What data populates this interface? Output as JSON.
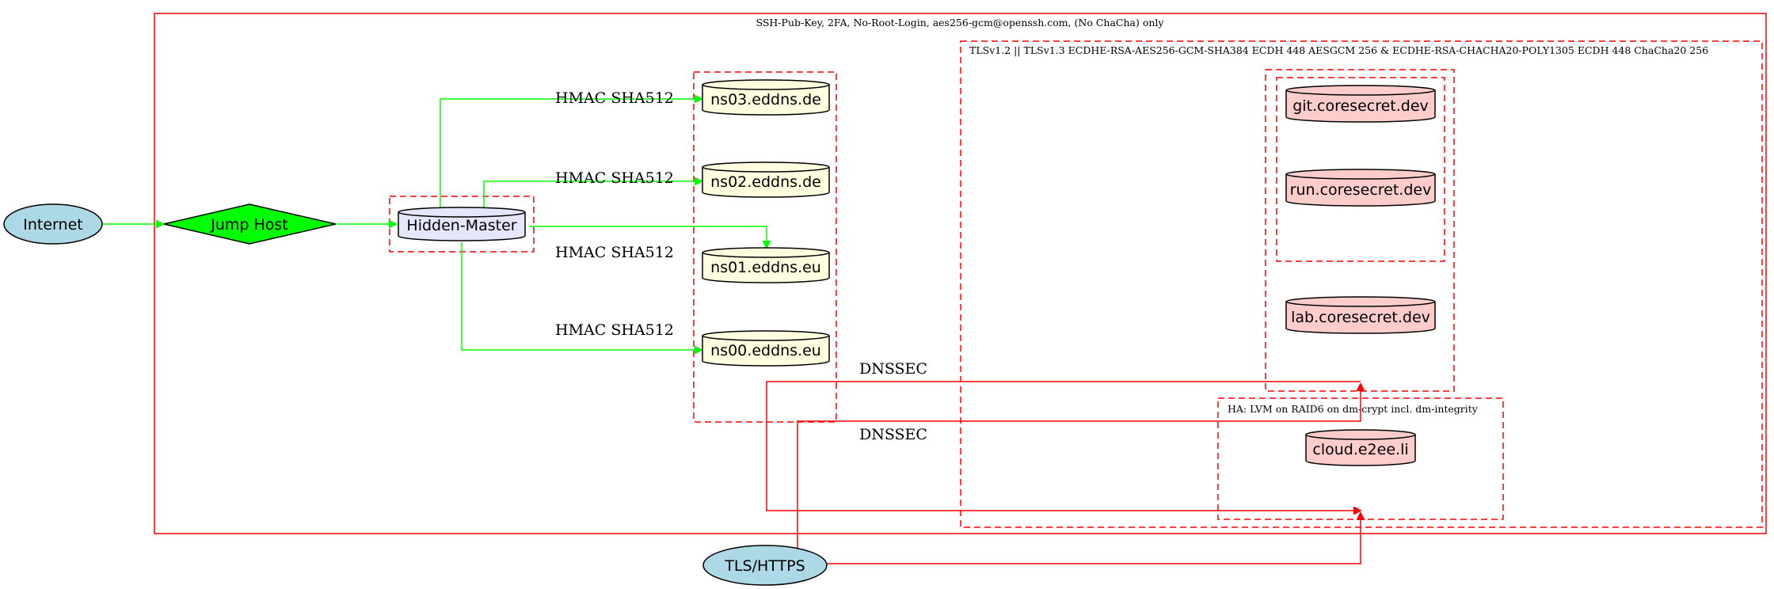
{
  "clusters": {
    "outer": "SSH-Pub-Key, 2FA, No-Root-Login, aes256-gcm@openssh.com, (No ChaCha) only",
    "tls": "TLSv1.2 || TLSv1.3 ECDHE-RSA-AES256-GCM-SHA384 ECDH 448 AESGCM 256 & ECDHE-RSA-CHACHA20-POLY1305 ECDH 448 ChaCha20 256",
    "ha": "HA: LVM on RAID6 on dm-crypt incl. dm-integrity"
  },
  "nodes": {
    "internet": "Internet",
    "jump_host": "Jump Host",
    "hidden_master": "Hidden-Master",
    "ns03": "ns03.eddns.de",
    "ns02": "ns02.eddns.de",
    "ns01": "ns01.eddns.eu",
    "ns00": "ns00.eddns.eu",
    "git": "git.coresecret.dev",
    "run": "run.coresecret.dev",
    "lab": "lab.coresecret.dev",
    "cloud": "cloud.e2ee.li",
    "tls_https": "TLS/HTTPS"
  },
  "edge_labels": {
    "hmac_ns03": "HMAC SHA512",
    "hmac_ns02": "HMAC SHA512",
    "hmac_ns01": "HMAC SHA512",
    "hmac_ns00": "HMAC SHA512",
    "dnssec_1": "DNSSEC",
    "dnssec_2": "DNSSEC"
  },
  "colors": {
    "green_edge": "#00ff00",
    "red_edge": "#ff0000",
    "cluster_border": "#ff0000",
    "ellipse_fill": "#add8e6",
    "jump_fill": "#00ff00",
    "hidden_master_fill": "#e6e6fa",
    "dns_fill": "#ffffe0",
    "service_fill": "#ffcccc"
  }
}
